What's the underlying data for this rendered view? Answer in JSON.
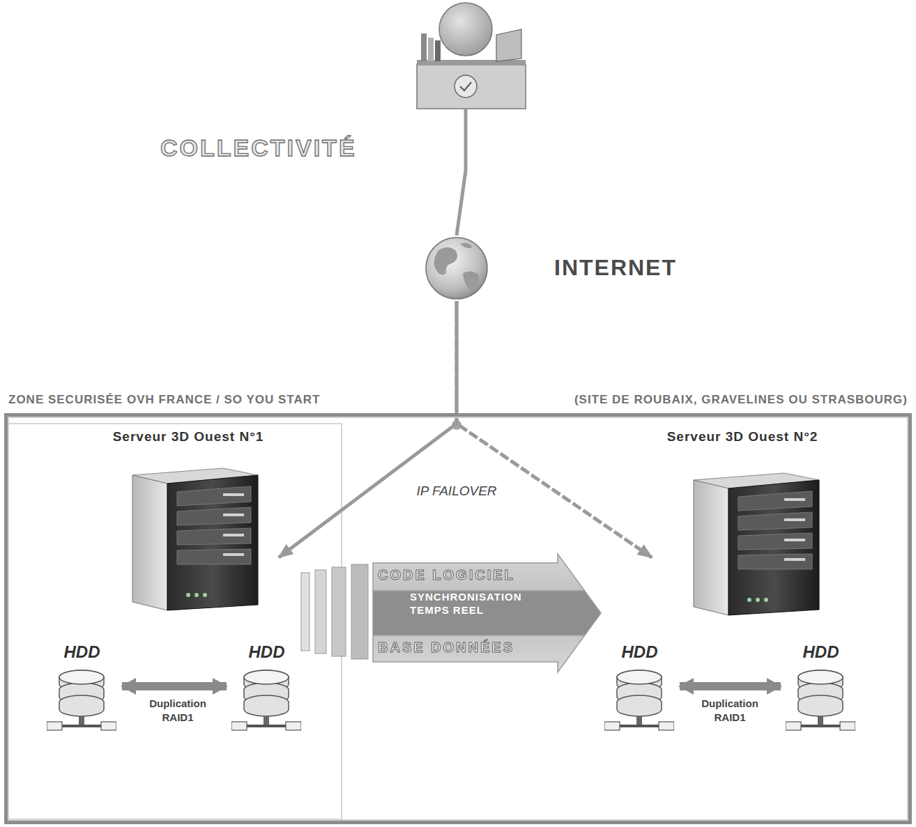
{
  "diagram": {
    "nodes": [
      {
        "text": [
          "COLLECTIVITÉ"
        ]
      },
      {
        "text": [
          "INTERNET"
        ]
      },
      {
        "text": [
          "ZONE SECURISÉE OVH FRANCE / SO YOU START",
          "(SITE DE ROUBAIX, GRAVELINES OU STRASBOURG)"
        ]
      },
      {
        "text": [
          "Serveur 3D Ouest N°1"
        ],
        "in": 2
      },
      {
        "text": [
          "HDD"
        ],
        "in": 2
      },
      {
        "text": [
          "HDD"
        ],
        "in": 2
      },
      {
        "text": [
          "Serveur 3D Ouest N°2"
        ],
        "in": 2
      },
      {
        "text": [
          "HDD"
        ],
        "in": 2
      },
      {
        "text": [
          "HDD"
        ],
        "in": 2
      }
    ],
    "edges": [
      {
        "from": 0,
        "to": 1,
        "arrow": "none"
      },
      {
        "from": 1,
        "to": 3,
        "label": "IP FAILOVER",
        "arrow": "to"
      },
      {
        "from": 1,
        "to": 6,
        "arrow": "to"
      },
      {
        "from": 4,
        "to": 5,
        "label": "Duplication RAID1",
        "arrow": "both"
      },
      {
        "from": 7,
        "to": 8,
        "label": "Duplication RAID1",
        "arrow": "both"
      }
    ],
    "labels": [
      "CODE LOGICIEL",
      "SYNCHRONISATION TEMPS REEL",
      "BASE DONNÉES"
    ]
  }
}
